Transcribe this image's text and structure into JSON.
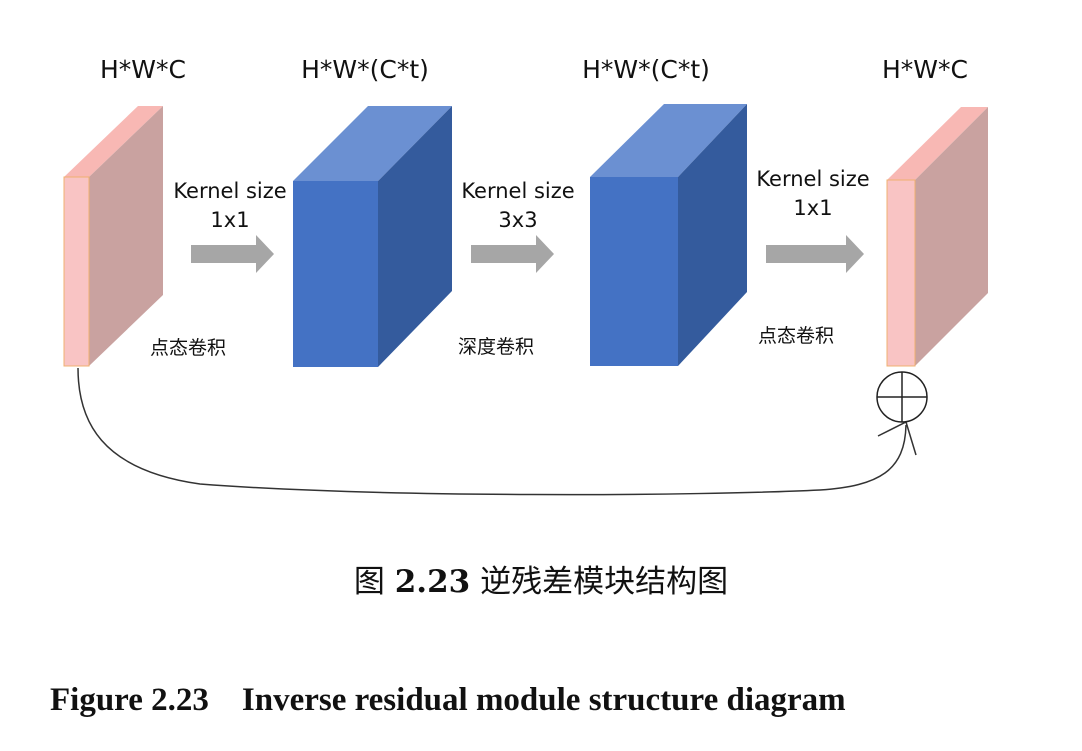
{
  "stages": [
    {
      "dims": "H*W*C",
      "kind": "thin"
    },
    {
      "dims": "H*W*(C*t)",
      "kind": "expanded"
    },
    {
      "dims": "H*W*(C*t)",
      "kind": "expanded"
    },
    {
      "dims": "H*W*C",
      "kind": "thin"
    }
  ],
  "ops": [
    {
      "kernel_line1": "Kernel size",
      "kernel_line2": "1x1",
      "name": "点态卷积"
    },
    {
      "kernel_line1": "Kernel size",
      "kernel_line2": "3x3",
      "name": "深度卷积"
    },
    {
      "kernel_line1": "Kernel size",
      "kernel_line2": "1x1",
      "name": "点态卷积"
    }
  ],
  "residual": {
    "symbol": "add-circle-icon"
  },
  "caption_cn": {
    "prefix": "图 ",
    "number": "2.23",
    "title": "逆残差模块结构图"
  },
  "caption_en": {
    "text": "Figure 2.23    Inverse residual module structure diagram"
  },
  "colors": {
    "thin_front": "#f9c4c4",
    "thin_side": "#c9a2a0",
    "thin_top": "#f8b8b4",
    "block_front": "#4472c4",
    "block_side": "#345b9d",
    "block_top": "#6b90d2",
    "arrow": "#a6a6a6"
  }
}
